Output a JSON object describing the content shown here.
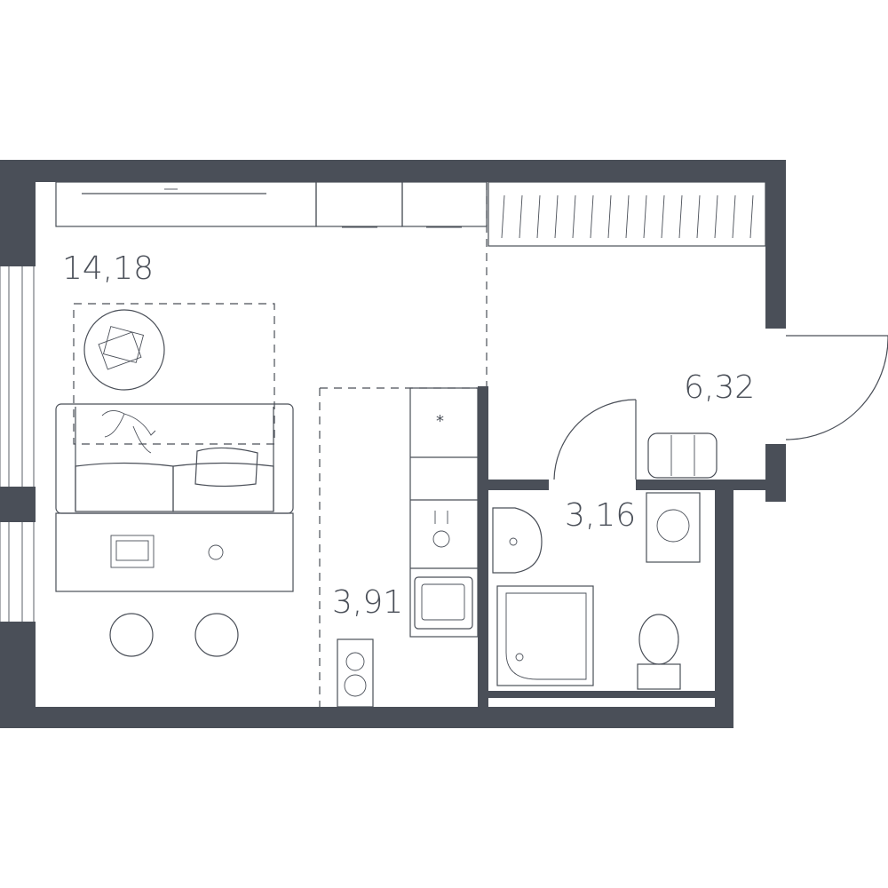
{
  "floor_plan": {
    "rooms": [
      {
        "id": "living-room",
        "area": "14,18"
      },
      {
        "id": "hallway",
        "area": "6,32"
      },
      {
        "id": "bathroom",
        "area": "3,16"
      },
      {
        "id": "kitchen",
        "area": "3,91"
      }
    ],
    "colors": {
      "walls": "#4a4f58",
      "background": "#ffffff",
      "lines": "#4a4f58"
    },
    "icons": [
      "sofa-icon",
      "round-rug-icon",
      "cat-icon",
      "pillow-icon",
      "laptop-icon",
      "stool-icon",
      "tv-icon",
      "wardrobe-icon",
      "door-swing-icon",
      "shoe-rack-icon",
      "sink-icon",
      "stove-icon",
      "fridge-icon",
      "washing-machine-icon",
      "shower-icon",
      "toilet-icon",
      "washbasin-icon"
    ]
  }
}
